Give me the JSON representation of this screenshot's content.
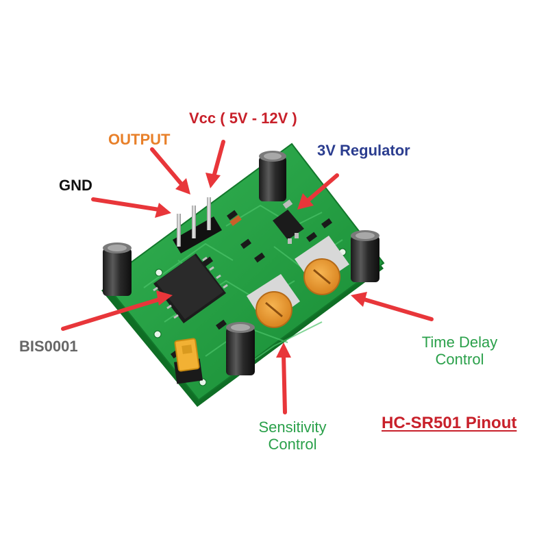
{
  "labels": {
    "vcc": "Vcc ( 5V - 12V )",
    "output": "OUTPUT",
    "gnd": "GND",
    "regulator": "3V Regulator",
    "chip": "BIS0001",
    "time_delay_line1": "Time Delay",
    "time_delay_line2": "Control",
    "sensitivity_line1": "Sensitivity",
    "sensitivity_line2": "Control",
    "title": "HC-SR501 Pinout"
  },
  "colors": {
    "vcc": "#c8202a",
    "output": "#e8802a",
    "gnd": "#111111",
    "regulator": "#2b3d8f",
    "chip": "#666666",
    "control_green": "#2aa04a",
    "title": "#c8202a",
    "arrow": "#e8363a",
    "pcb": "#1e9a3c",
    "trimmer": "#e8952a",
    "jumper": "#f2b134"
  },
  "icons": {
    "board": "pir-sensor-board-icon"
  }
}
